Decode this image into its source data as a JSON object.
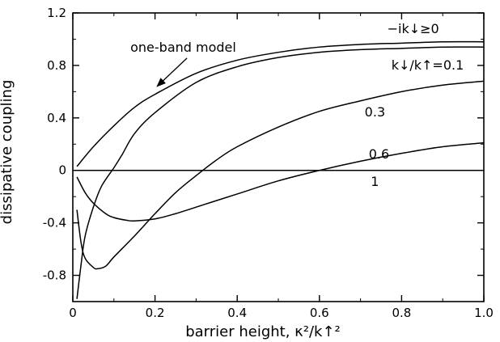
{
  "chart_data": {
    "type": "line",
    "xlabel": "barrier height, κ²/k↑²",
    "ylabel": "dissipative coupling",
    "xlim": [
      0,
      1.0
    ],
    "ylim": [
      -1.0,
      1.2
    ],
    "grid": false,
    "x_ticks": [
      0,
      0.2,
      0.4,
      0.6,
      0.8,
      1.0
    ],
    "x_tick_labels": [
      "0",
      "0.2",
      "0.4",
      "0.6",
      "0.8",
      "1.0"
    ],
    "y_ticks": [
      -0.8,
      -0.4,
      0,
      0.4,
      0.8,
      1.2
    ],
    "y_tick_labels": [
      "-0.8",
      "-0.4",
      "0",
      "0.4",
      "0.8",
      "1.2"
    ],
    "series": [
      {
        "name": "−ik↓≥0",
        "x": [
          0.01,
          0.05,
          0.1,
          0.15,
          0.2,
          0.3,
          0.4,
          0.5,
          0.6,
          0.7,
          0.8,
          0.9,
          1.0
        ],
        "y": [
          0.03,
          0.18,
          0.34,
          0.48,
          0.58,
          0.74,
          0.84,
          0.9,
          0.94,
          0.96,
          0.97,
          0.98,
          0.98
        ]
      },
      {
        "name": "k↓/k↑=0.1",
        "x": [
          0.01,
          0.02,
          0.03,
          0.05,
          0.07,
          0.1,
          0.12,
          0.15,
          0.2,
          0.3,
          0.4,
          0.5,
          0.6,
          0.7,
          0.8,
          0.9,
          1.0
        ],
        "y": [
          -0.98,
          -0.72,
          -0.5,
          -0.28,
          -0.12,
          0.02,
          0.12,
          0.28,
          0.44,
          0.67,
          0.79,
          0.86,
          0.9,
          0.92,
          0.93,
          0.94,
          0.94
        ]
      },
      {
        "name": "0.3",
        "x": [
          0.01,
          0.02,
          0.03,
          0.05,
          0.06,
          0.08,
          0.1,
          0.15,
          0.2,
          0.25,
          0.3,
          0.35,
          0.4,
          0.5,
          0.6,
          0.7,
          0.8,
          0.9,
          1.0
        ],
        "y": [
          -0.3,
          -0.55,
          -0.67,
          -0.74,
          -0.75,
          -0.73,
          -0.66,
          -0.5,
          -0.33,
          -0.17,
          -0.04,
          0.08,
          0.18,
          0.33,
          0.45,
          0.53,
          0.6,
          0.65,
          0.68
        ]
      },
      {
        "name": "0.6",
        "x": [
          0.01,
          0.03,
          0.05,
          0.08,
          0.1,
          0.13,
          0.15,
          0.2,
          0.25,
          0.3,
          0.4,
          0.5,
          0.6,
          0.7,
          0.8,
          0.9,
          1.0
        ],
        "y": [
          -0.05,
          -0.17,
          -0.25,
          -0.33,
          -0.36,
          -0.38,
          -0.385,
          -0.37,
          -0.33,
          -0.28,
          -0.18,
          -0.08,
          0.0,
          0.07,
          0.13,
          0.18,
          0.21
        ]
      },
      {
        "name": "1",
        "x": [
          0.0,
          1.0
        ],
        "y": [
          0.0,
          0.0
        ]
      }
    ],
    "annotations": [
      {
        "text": "one-band model",
        "x": 0.14,
        "y": 0.905,
        "arrow_to": [
          0.205,
          0.64
        ]
      },
      {
        "text": "−ik↓≥0",
        "x": 0.765,
        "y": 1.045
      },
      {
        "text": "k↓/k↑=0.1",
        "x": 0.775,
        "y": 0.77
      },
      {
        "text": "0.3",
        "x": 0.71,
        "y": 0.41
      },
      {
        "text": "0.6",
        "x": 0.72,
        "y": 0.09
      },
      {
        "text": "1",
        "x": 0.725,
        "y": -0.12
      }
    ]
  }
}
